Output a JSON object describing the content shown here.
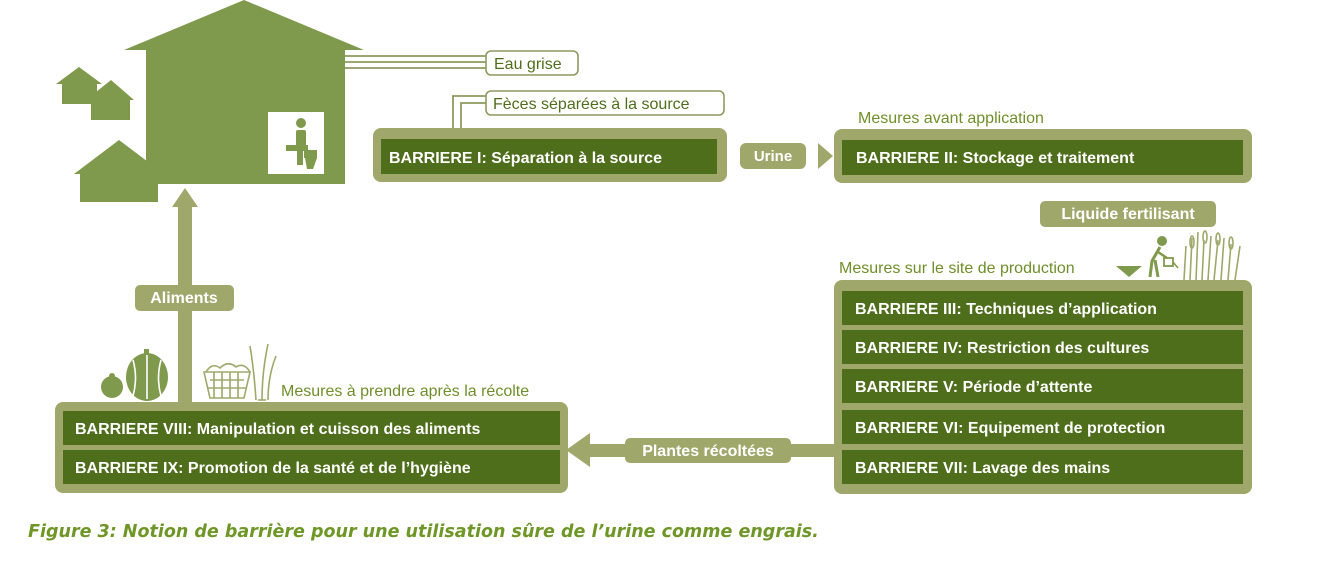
{
  "colors": {
    "dark": "#4f6e1b",
    "light": "#9fa86a",
    "house": "#7f9a4c",
    "caption": "#6f9728",
    "outline": "#8e9a5e"
  },
  "icons": [
    "house-icon",
    "toilet-icon",
    "farmer-watering-icon",
    "crops-icon",
    "vegetables-icon",
    "basket-icon",
    "leek-icon"
  ],
  "labels": {
    "eau_grise": "Eau grise",
    "feces": "Fèces séparées à la source",
    "mesures_avant": "Mesures avant application",
    "urine": "Urine",
    "liquide": "Liquide fertilisant",
    "mesures_site": "Mesures sur le site de production",
    "aliments": "Aliments",
    "mesures_apres": "Mesures à prendre après la récolte",
    "plantes": "Plantes récoltées"
  },
  "barriers": {
    "b1": "BARRIERE I: Séparation à la source",
    "b2": "BARRIERE II: Stockage et traitement",
    "b3": "BARRIERE III: Techniques d’application",
    "b4": "BARRIERE IV: Restriction des cultures",
    "b5": "BARRIERE V: Période d’attente",
    "b6": "BARRIERE VI: Equipement de protection",
    "b7": "BARRIERE VII: Lavage des mains",
    "b8": "BARRIERE VIII: Manipulation et cuisson des aliments",
    "b9": "BARRIERE IX: Promotion de la santé et de l’hygiène"
  },
  "caption": "Figure 3: Notion de barrière pour une utilisation sûre de l’urine comme engrais."
}
